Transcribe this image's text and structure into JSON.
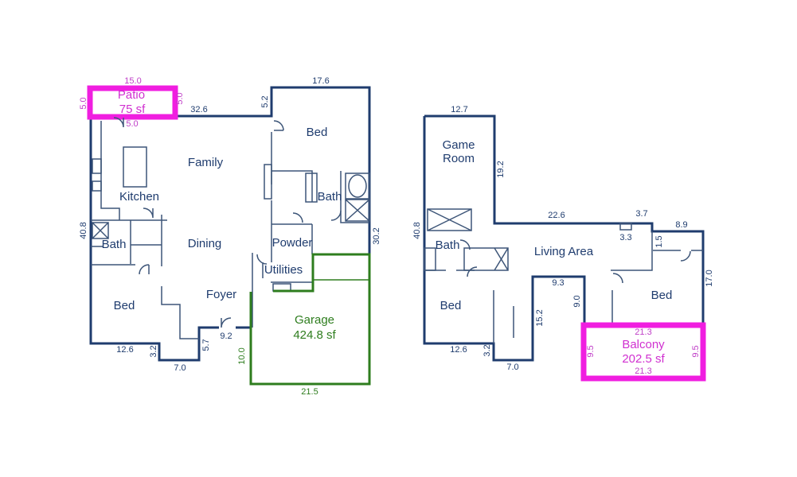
{
  "colors": {
    "walls": "#1f3c6e",
    "garage": "#2e7d1e",
    "outdoor": "#f01ee0"
  },
  "floor1": {
    "rooms": {
      "patio": "Patio",
      "patio_area": "75 sf",
      "family": "Family",
      "kitchen": "Kitchen",
      "bed_main": "Bed",
      "bath_main": "Bath",
      "bath_left": "Bath",
      "dining": "Dining",
      "powder": "Powder",
      "utilities": "Utilities",
      "bed_left": "Bed",
      "foyer": "Foyer",
      "garage": "Garage",
      "garage_area": "424.8 sf"
    },
    "dims": {
      "patio_top": "15.0",
      "patio_left": "5.0",
      "patio_right": "5.0",
      "patio_bottom": "5.0",
      "top_wall": "32.6",
      "bed_top": "17.6",
      "bed_step": "5.2",
      "left": "40.8",
      "right": "30.2",
      "bottom_left": "12.6",
      "step_a": "3.2",
      "bottom_mid": "7.0",
      "step_b": "5.7",
      "foyer_front": "9.2",
      "garage_side": "10.0",
      "garage_bottom": "21.5"
    }
  },
  "floor2": {
    "rooms": {
      "game": "Game",
      "game2": "Room",
      "bath": "Bath",
      "living": "Living Area",
      "bed_left": "Bed",
      "bed_right": "Bed",
      "balcony": "Balcony",
      "balcony_area": "202.5 sf"
    },
    "dims": {
      "game_top": "12.7",
      "game_right": "19.2",
      "left": "40.8",
      "living_top": "22.6",
      "small": "3.3",
      "top_b": "3.7",
      "step": "1.5",
      "bed_top": "8.9",
      "right": "17.0",
      "inner_top": "9.3",
      "inner_right": "9.0",
      "inner_left": "15.2",
      "bottom_left": "12.6",
      "step_a": "3.2",
      "bottom_mid": "7.0",
      "balcony_top": "21.3",
      "balcony_bottom": "21.3",
      "balcony_left": "9.5",
      "balcony_right": "9.5"
    }
  }
}
